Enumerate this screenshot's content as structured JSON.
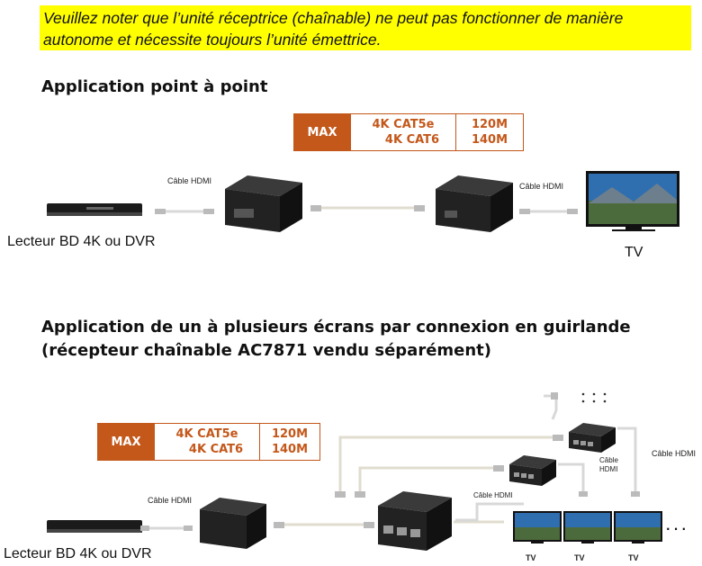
{
  "note": {
    "line1": "Veuillez noter que l’unité réceptrice (chaînable) ne peut pas fonctionner de manière",
    "line2": "autonome et nécessite toujours l’unité émettrice."
  },
  "section1": {
    "title": "Application point à point",
    "spec": {
      "max": "MAX",
      "cat5e": "4K CAT5e",
      "cat6": "4K CAT6",
      "len5e": "120M",
      "len6": "140M"
    },
    "cable_left": "Câble HDMI",
    "cable_right": "Câble HDMI",
    "source_label": "Lecteur BD 4K ou DVR",
    "tv_label": "TV"
  },
  "section2": {
    "title_line1": "Application de un à plusieurs écrans par connexion en guirlande",
    "title_line2": "(récepteur chaînable AC7871 vendu séparément)",
    "spec": {
      "max": "MAX",
      "cat5e": "4K CAT5e",
      "cat6": "4K CAT6",
      "len5e": "120M",
      "len6": "140M"
    },
    "cable_left": "Câble HDMI",
    "cable_mid": "Câble HDMI",
    "cable_hdmi_short": "Câble\nHDMI",
    "cable_right": "Câble HDMI",
    "source_label": "Lecteur BD 4K ou DVR",
    "tv_labels": [
      "TV",
      "TV",
      "TV"
    ],
    "ellipsis": ". . ."
  },
  "colors": {
    "note_bg": "#ffff00",
    "accent": "#c4571a"
  }
}
